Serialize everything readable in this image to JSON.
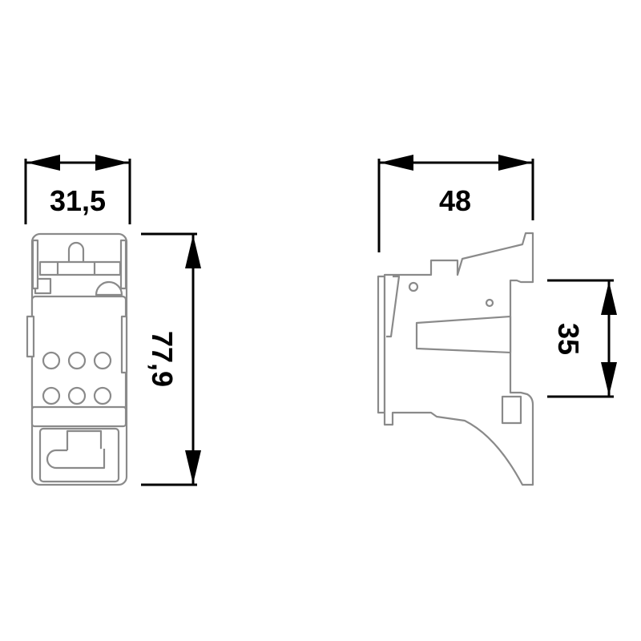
{
  "drawing": {
    "front_view": {
      "width_label": "31,5",
      "height_label": "77,9"
    },
    "side_view": {
      "depth_label": "48",
      "rail_label": "35"
    },
    "colors": {
      "dimension": "#000000",
      "part_outline": "#8a8a8a"
    }
  }
}
